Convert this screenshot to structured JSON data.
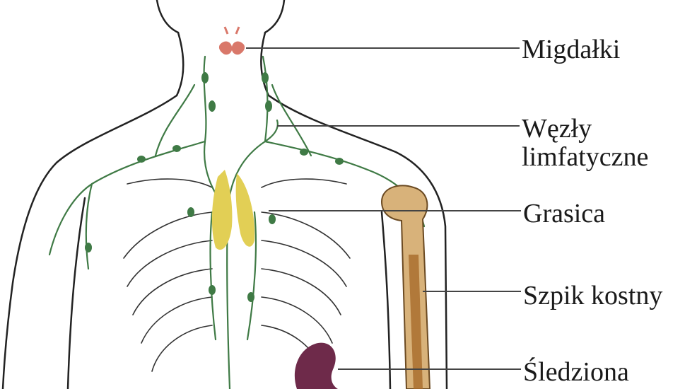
{
  "labels": {
    "tonsils": "Migdałki",
    "lymph_nodes_line1": "Węzły",
    "lymph_nodes_line2": "limfatyczne",
    "thymus": "Grasica",
    "bone_marrow": "Szpik kostny",
    "spleen": "Śledziona"
  },
  "colors": {
    "lymph_vessels": "#3f7a45",
    "tonsils": "#d9786a",
    "thymus": "#e2cf55",
    "bone": "#d8b27a",
    "spleen": "#6e2a4a",
    "outline": "#222222",
    "leader_line": "#444444"
  }
}
